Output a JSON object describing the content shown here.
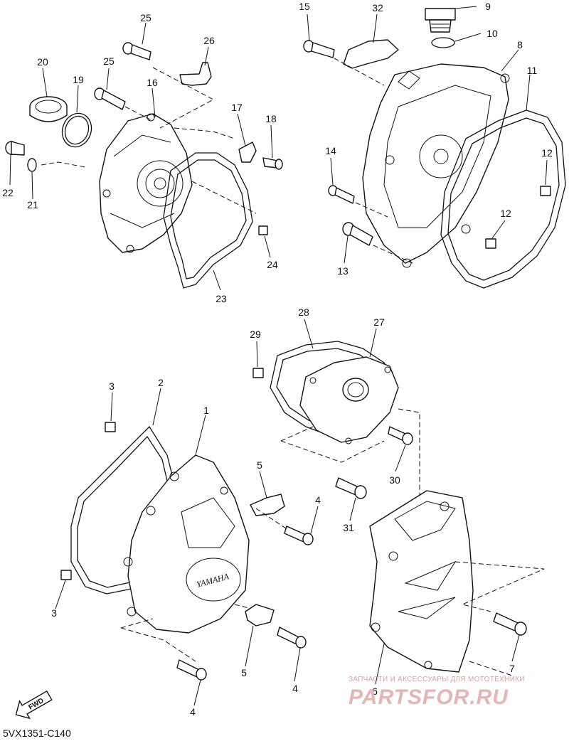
{
  "diagram": {
    "code": "5VX1351-C140",
    "fwd_label": "FWD",
    "cover_brand": "YAMAHA",
    "parts": [
      {
        "number": "1"
      },
      {
        "number": "2"
      },
      {
        "number": "3"
      },
      {
        "number": "3"
      },
      {
        "number": "4"
      },
      {
        "number": "4"
      },
      {
        "number": "4"
      },
      {
        "number": "5"
      },
      {
        "number": "5"
      },
      {
        "number": "6"
      },
      {
        "number": "7"
      },
      {
        "number": "8"
      },
      {
        "number": "9"
      },
      {
        "number": "10"
      },
      {
        "number": "11"
      },
      {
        "number": "12"
      },
      {
        "number": "12"
      },
      {
        "number": "13"
      },
      {
        "number": "14"
      },
      {
        "number": "15"
      },
      {
        "number": "16"
      },
      {
        "number": "17"
      },
      {
        "number": "18"
      },
      {
        "number": "19"
      },
      {
        "number": "20"
      },
      {
        "number": "21"
      },
      {
        "number": "22"
      },
      {
        "number": "23"
      },
      {
        "number": "24"
      },
      {
        "number": "25"
      },
      {
        "number": "25"
      },
      {
        "number": "26"
      },
      {
        "number": "27"
      },
      {
        "number": "28"
      },
      {
        "number": "29"
      },
      {
        "number": "30"
      },
      {
        "number": "31"
      },
      {
        "number": "32"
      }
    ]
  },
  "watermark": {
    "line": "ЗАПЧАСТИ И АКСЕССУАРЫ ДЛЯ МОТОТЕХНИКИ",
    "brand": "PARTSFOR.RU"
  }
}
